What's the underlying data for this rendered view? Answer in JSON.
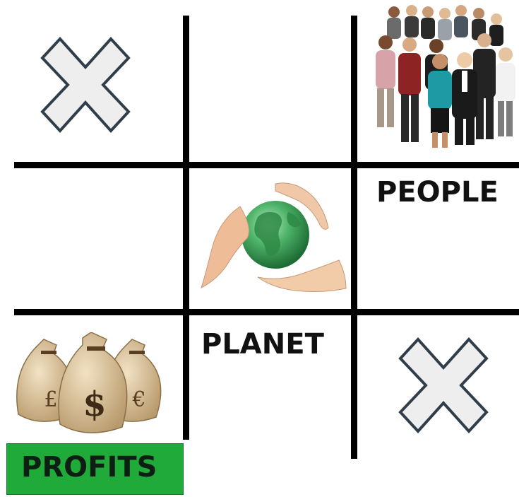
{
  "board": {
    "labels": {
      "people": "PEOPLE",
      "planet": "PLANET",
      "profits": "PROFITS"
    },
    "cells": [
      {
        "row": 1,
        "col": 1,
        "content": "x-mark-icon"
      },
      {
        "row": 1,
        "col": 2,
        "content": "empty"
      },
      {
        "row": 1,
        "col": 3,
        "content": "people-crowd-image"
      },
      {
        "row": 2,
        "col": 1,
        "content": "empty"
      },
      {
        "row": 2,
        "col": 2,
        "content": "globe-in-hands-image"
      },
      {
        "row": 2,
        "col": 3,
        "content": "people-label"
      },
      {
        "row": 3,
        "col": 1,
        "content": "money-bags-image"
      },
      {
        "row": 3,
        "col": 2,
        "content": "planet-label"
      },
      {
        "row": 3,
        "col": 3,
        "content": "x-mark-icon"
      }
    ],
    "money_bag_symbols": [
      "£",
      "$",
      "€"
    ]
  },
  "colors": {
    "grid": "#000000",
    "x_fill": "#eeeeee",
    "x_stroke": "#2f3e4a",
    "profits_box": "#1faa3a",
    "globe_green": "#3aa655"
  }
}
